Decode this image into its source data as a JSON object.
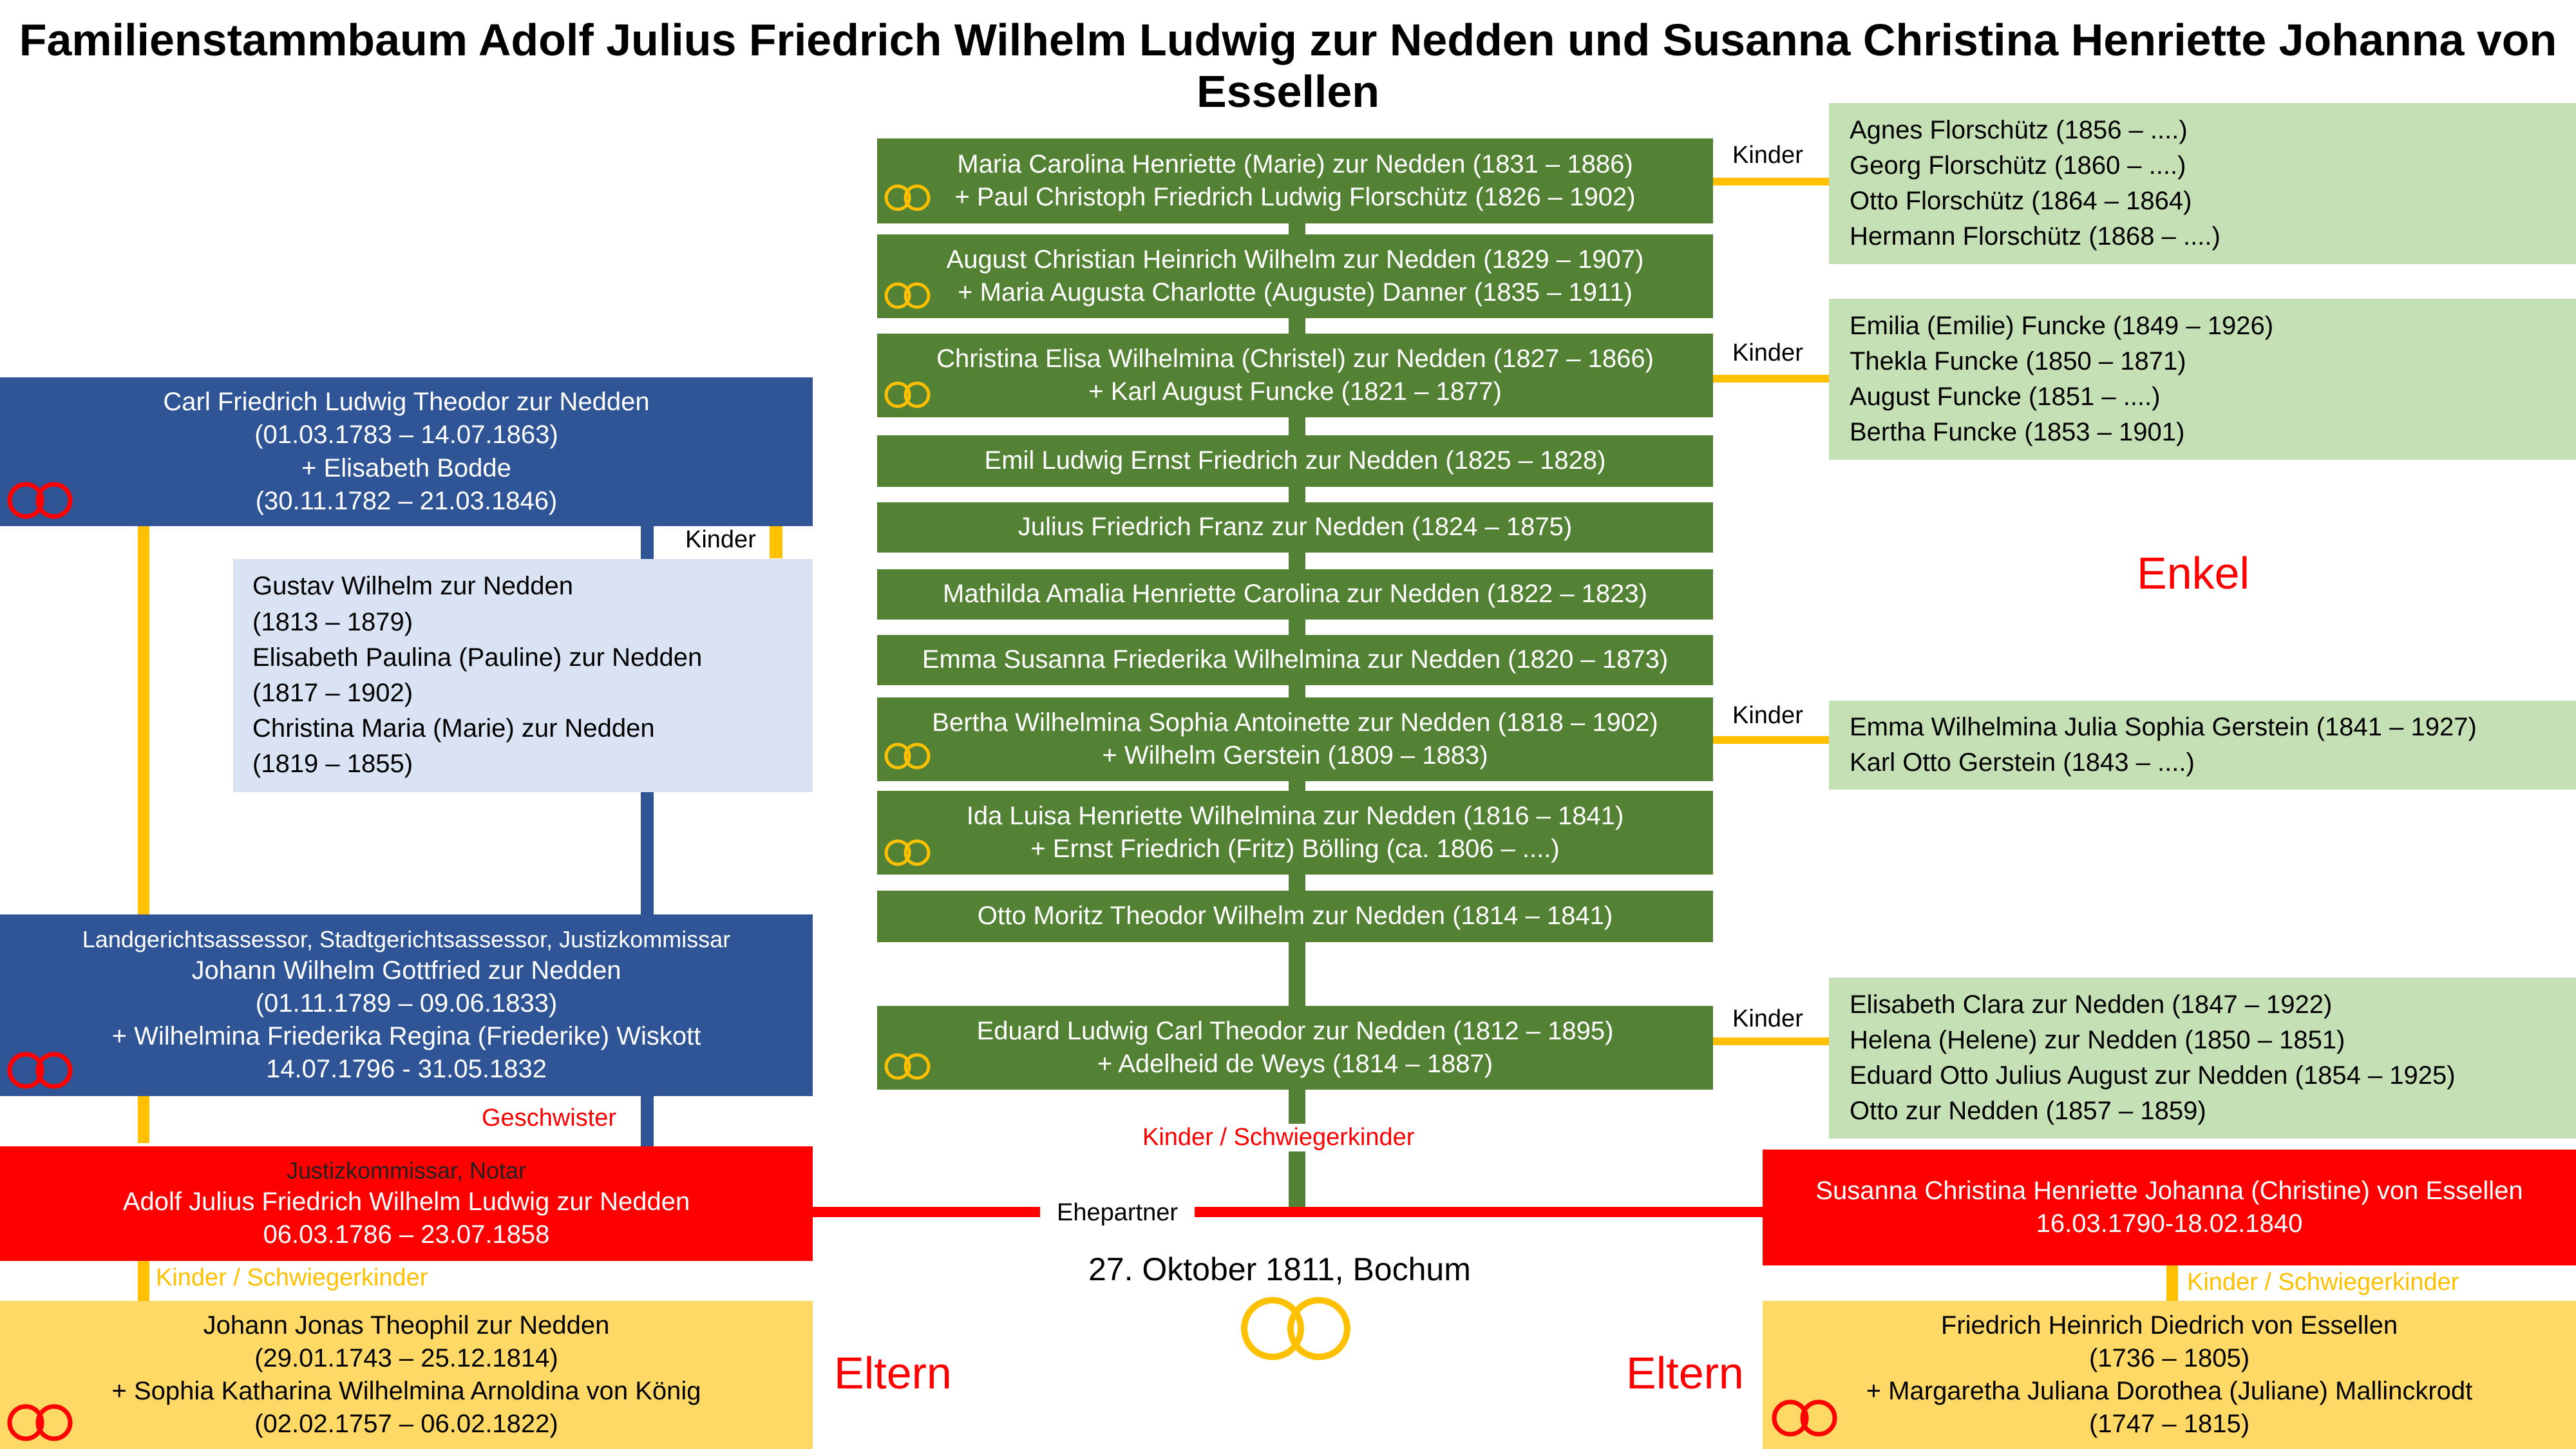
{
  "title": "Familienstammbaum Adolf Julius Friedrich Wilhelm Ludwig zur Nedden und Susanna Christina Henriette Johanna von Essellen",
  "labels": {
    "kinder": "Kinder",
    "kinder_schwiegerkinder": "Kinder / Schwiegerkinder",
    "ehepartner": "Ehepartner",
    "geschwister": "Geschwister",
    "eltern": "Eltern",
    "enkel": "Enkel",
    "wedding": "27. Oktober 1811, Bochum"
  },
  "colors": {
    "green": "#548235",
    "blue": "#2F5597",
    "red": "#FF0000",
    "yellow": "#FFC000",
    "light_yellow": "#FFD966",
    "light_green": "#C5E0B4",
    "light_blue": "#DAE3F3"
  },
  "grandfather": {
    "line1": "Carl Friedrich Ludwig Theodor zur Nedden",
    "line2": "(01.03.1783 – 14.07.1863)",
    "line3": "+ Elisabeth Bodde",
    "line4": "(30.11.1782 – 21.03.1846)"
  },
  "cousins": [
    "Gustav Wilhelm zur Nedden",
    "(1813 – 1879)",
    "Elisabeth Paulina (Pauline) zur Nedden",
    "(1817 – 1902)",
    "Christina Maria (Marie) zur Nedden",
    "(1819 – 1855)"
  ],
  "brother": {
    "line1": "Landgerichtsassessor, Stadtgerichtsassessor, Justizkommissar",
    "line2": "Johann Wilhelm Gottfried zur Nedden",
    "line3": "(01.11.1789 – 09.06.1833)",
    "line4": "+ Wilhelmina Friederika Regina (Friederike) Wiskott",
    "line5": "14.07.1796 - 31.05.1832"
  },
  "husband": {
    "line1": "Justizkommissar, Notar",
    "line2": "Adolf Julius Friedrich Wilhelm Ludwig zur Nedden",
    "line3": "06.03.1786 – 23.07.1858"
  },
  "wife": {
    "line1": "Susanna Christina Henriette Johanna (Christine) von Essellen",
    "line2": "16.03.1790-18.02.1840"
  },
  "parents_left": {
    "line1": "Johann Jonas Theophil zur Nedden",
    "line2": "(29.01.1743 – 25.12.1814)",
    "line3": "+ Sophia Katharina Wilhelmina Arnoldina von König",
    "line4": "(02.02.1757 – 06.02.1822)"
  },
  "parents_right": {
    "line1": "Friedrich Heinrich Diedrich von Essellen",
    "line2": "(1736 – 1805)",
    "line3": "+ Margaretha Juliana Dorothea (Juliane) Mallinckrodt",
    "line4": "(1747 – 1815)"
  },
  "children": [
    {
      "line1": "Maria Carolina Henriette (Marie) zur Nedden (1831 – 1886)",
      "line2": "+ Paul Christoph Friedrich Ludwig Florschütz (1826 – 1902)"
    },
    {
      "line1": "August Christian Heinrich Wilhelm zur Nedden (1829 – 1907)",
      "line2": "+ Maria Augusta Charlotte (Auguste) Danner (1835 – 1911)"
    },
    {
      "line1": "Christina Elisa Wilhelmina (Christel) zur Nedden (1827 – 1866)",
      "line2": "+ Karl August Funcke (1821 – 1877)"
    },
    {
      "line1": "Emil Ludwig Ernst Friedrich zur Nedden (1825 – 1828)"
    },
    {
      "line1": "Julius Friedrich Franz zur Nedden (1824 – 1875)"
    },
    {
      "line1": "Mathilda Amalia Henriette Carolina zur Nedden (1822 – 1823)"
    },
    {
      "line1": "Emma Susanna Friederika Wilhelmina zur Nedden (1820 – 1873)"
    },
    {
      "line1": "Bertha Wilhelmina Sophia Antoinette zur Nedden (1818 – 1902)",
      "line2": "+ Wilhelm Gerstein (1809 – 1883)"
    },
    {
      "line1": "Ida Luisa Henriette Wilhelmina zur Nedden (1816 – 1841)",
      "line2": "+ Ernst Friedrich (Fritz) Bölling (ca. 1806 – ....)"
    },
    {
      "line1": "Otto Moritz Theodor Wilhelm zur Nedden (1814 – 1841)"
    },
    {
      "line1": "Eduard Ludwig Carl Theodor zur Nedden (1812 – 1895)",
      "line2": "+ Adelheid de Weys (1814 – 1887)"
    }
  ],
  "grandchildren": [
    [
      "Agnes Florschütz  (1856 – ....)",
      "Georg Florschütz  (1860 – ....)",
      "Otto Florschütz (1864 – 1864)",
      "Hermann Florschütz  (1868 – ....)"
    ],
    [
      "Emilia (Emilie) Funcke (1849 – 1926)",
      "Thekla Funcke (1850 – 1871)",
      "August Funcke (1851 – ....)",
      "Bertha Funcke (1853 – 1901)"
    ],
    [
      "Emma Wilhelmina Julia Sophia Gerstein (1841 – 1927)",
      "Karl Otto Gerstein (1843 – ....)"
    ],
    [
      "Elisabeth Clara zur Nedden (1847 – 1922)",
      "Helena (Helene) zur Nedden (1850 – 1851)",
      "Eduard Otto Julius August zur Nedden (1854 – 1925)",
      "Otto zur Nedden (1857 – 1859)"
    ]
  ]
}
